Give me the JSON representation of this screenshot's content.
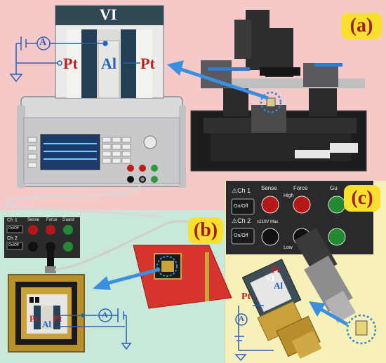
{
  "panels": {
    "a": {
      "label": "(a)"
    },
    "b": {
      "label": "(b)"
    },
    "c": {
      "label": "(c)"
    }
  },
  "device_chip": {
    "title": "VI",
    "left_electrode": "Pt",
    "center_electrode": "Al",
    "right_electrode": "Pt"
  },
  "circuit": {
    "ammeter_symbol": "A"
  },
  "panel_b_chip": {
    "left_electrode": "Pt",
    "center_electrode": "Al",
    "right_electrode": "Pt",
    "ammeter_symbol": "A"
  },
  "panel_b_smu_labels": {
    "ch1": "Ch 1",
    "ch2": "Ch 2",
    "sense": "Sense",
    "force": "Force",
    "guard": "Guard",
    "on_off": "On/Off"
  },
  "panel_c_smu": {
    "ch1": "⚠Ch 1",
    "ch2": "⚠Ch 2",
    "on_off_1": "On/Off",
    "on_off_2": "On/Off",
    "sense": "Sense",
    "force": "Force",
    "guard": "Gu",
    "high": "High",
    "low": "Low",
    "max_rating": "±210V Max"
  },
  "panel_c_chip": {
    "title": "VI",
    "left_electrode": "Pt",
    "center_electrode": "Al",
    "right_electrode": "Pt",
    "ammeter_symbol": "A"
  },
  "colors": {
    "panel_a_bg": "#f6c9c9",
    "panel_b_bg": "#c8e8da",
    "panel_c_bg": "#f8f0b9",
    "label_bg": "#f9df2e",
    "label_text": "#a01c1c",
    "arrow": "#3a8fe0",
    "pt_text": "#c0201e",
    "al_text": "#2360c8"
  }
}
